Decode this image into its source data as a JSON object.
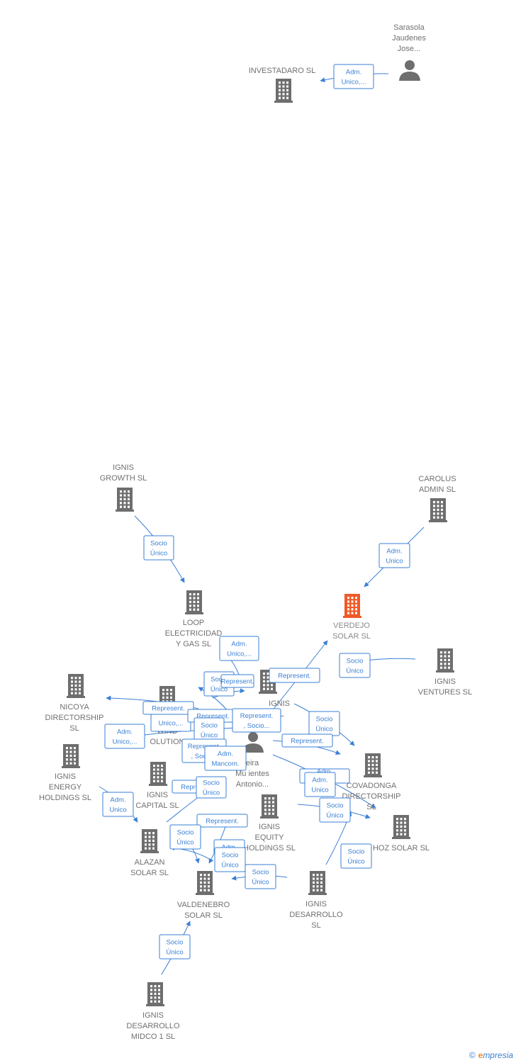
{
  "colors": {
    "accent": "#3a7fd5",
    "building": "#6e6e6e",
    "highlight": "#f05a28",
    "person": "#6e6e6e"
  },
  "nodes": [
    {
      "id": "sarasola",
      "type": "person",
      "label": [
        "Sarasola",
        "Jaudenes",
        "Jose..."
      ]
    },
    {
      "id": "investadaro",
      "type": "company",
      "label": [
        "INVESTADARO SL"
      ]
    },
    {
      "id": "ignis_growth",
      "type": "company",
      "label": [
        "IGNIS",
        "GROWTH  SL"
      ]
    },
    {
      "id": "carolus",
      "type": "company",
      "label": [
        "CAROLUS",
        "ADMIN  SL"
      ]
    },
    {
      "id": "loop",
      "type": "company",
      "label": [
        "LOOP",
        "ELECTRICIDAD",
        "Y GAS  SL"
      ]
    },
    {
      "id": "verdejo",
      "type": "company",
      "highlight": true,
      "label": [
        "VERDEJO",
        "SOLAR  SL"
      ]
    },
    {
      "id": "ignis_ventures",
      "type": "company",
      "label": [
        "IGNIS",
        "VENTURES  SL"
      ]
    },
    {
      "id": "nicoya",
      "type": "company",
      "label": [
        "NICOYA",
        "DIRECTORSHIP",
        "SL"
      ]
    },
    {
      "id": "vil_wind",
      "type": "company",
      "label": [
        "VIL",
        "WIND",
        "OLUTION"
      ]
    },
    {
      "id": "ignis_sl",
      "type": "company",
      "label": [
        "IGNIS",
        "SL"
      ]
    },
    {
      "id": "person_center",
      "type": "person",
      "label": [
        "eira",
        "Mu   ientes",
        "Antonio..."
      ]
    },
    {
      "id": "ignis_energy",
      "type": "company",
      "label": [
        "IGNIS",
        "ENERGY",
        "HOLDINGS  SL"
      ]
    },
    {
      "id": "ignis_capital",
      "type": "company",
      "label": [
        "IGNIS",
        "CAPITAL  SL"
      ]
    },
    {
      "id": "covadonga",
      "type": "company",
      "label": [
        "COVADONGA",
        "DIRECTORSHIP",
        "SL"
      ]
    },
    {
      "id": "ignis_equity",
      "type": "company",
      "label": [
        "IGNIS",
        "EQUITY",
        "HOLDINGS  SL"
      ]
    },
    {
      "id": "hoz",
      "type": "company",
      "label": [
        "HOZ SOLAR SL"
      ]
    },
    {
      "id": "alazan",
      "type": "company",
      "label": [
        "ALAZAN",
        "SOLAR  SL"
      ]
    },
    {
      "id": "valdenebro",
      "type": "company",
      "label": [
        "VALDENEBRO",
        "SOLAR SL"
      ]
    },
    {
      "id": "ignis_desarrollo",
      "type": "company",
      "label": [
        "IGNIS",
        "DESARROLLO",
        "SL"
      ]
    },
    {
      "id": "ignis_midco",
      "type": "company",
      "label": [
        "IGNIS",
        "DESARROLLO",
        "MIDCO 1  SL"
      ]
    }
  ],
  "edge_labels": [
    {
      "id": "e_sarasola_investadaro",
      "lines": [
        "Adm.",
        "Unico,..."
      ]
    },
    {
      "id": "e_growth_loop",
      "lines": [
        "Socio",
        "Único"
      ]
    },
    {
      "id": "e_carolus_verdejo",
      "lines": [
        "Adm.",
        "Unico"
      ]
    },
    {
      "id": "e_admunico_loop",
      "lines": [
        "Adm.",
        "Unico,..."
      ]
    },
    {
      "id": "e_ventures_verdejo",
      "lines": [
        "Socio",
        "Único"
      ]
    },
    {
      "id": "e_represent_verdejo",
      "lines": [
        "Represent."
      ]
    },
    {
      "id": "e_socio_a",
      "lines": [
        "Socio",
        "Único"
      ]
    },
    {
      "id": "e_represent_under",
      "lines": [
        "Represent."
      ]
    },
    {
      "id": "e_represent_nicoya",
      "lines": [
        "Represent."
      ]
    },
    {
      "id": "e_unico_b",
      "lines": [
        "Unico,..."
      ]
    },
    {
      "id": "e_represent_c",
      "lines": [
        "Represent."
      ]
    },
    {
      "id": "e_represent_socio",
      "lines": [
        "Represent.",
        ", Socio..."
      ]
    },
    {
      "id": "e_socio_d",
      "lines": [
        "Socio",
        "Único"
      ]
    },
    {
      "id": "e_admunico_nicoya",
      "lines": [
        "Adm.",
        "Unico,..."
      ]
    },
    {
      "id": "e_socio_ignis_ventures",
      "lines": [
        "Socio",
        "Único"
      ]
    },
    {
      "id": "e_represent_socio2",
      "lines": [
        "Represent.",
        ", Socio..."
      ]
    },
    {
      "id": "e_represent_right",
      "lines": [
        "Represent."
      ]
    },
    {
      "id": "e_adm_mancom",
      "lines": [
        "Adm.",
        "Mancom."
      ]
    },
    {
      "id": "e_represent_capital",
      "lines": [
        "Represent."
      ]
    },
    {
      "id": "e_socio_e",
      "lines": [
        "Socio",
        "Único"
      ]
    },
    {
      "id": "e_adm_covadonga",
      "lines": [
        "Adm.",
        "Unico"
      ]
    },
    {
      "id": "e_adm_energy",
      "lines": [
        "Adm.",
        "Unico"
      ]
    },
    {
      "id": "e_adm_hoz",
      "lines": [
        "Adm.",
        "Unico"
      ]
    },
    {
      "id": "e_represent_equity",
      "lines": [
        "Represent."
      ]
    },
    {
      "id": "e_socio_alazan",
      "lines": [
        "Socio",
        "Único"
      ]
    },
    {
      "id": "e_socio_hoz1",
      "lines": [
        "Socio",
        "Único"
      ]
    },
    {
      "id": "e_socio_hoz2",
      "lines": [
        "Socio",
        "Único"
      ]
    },
    {
      "id": "e_adm_f",
      "lines": [
        "Adm."
      ]
    },
    {
      "id": "e_socio_valdenebro",
      "lines": [
        "Socio",
        "Único"
      ]
    },
    {
      "id": "e_socio_desarrollo",
      "lines": [
        "Socio",
        "Único"
      ]
    },
    {
      "id": "e_socio_midco",
      "lines": [
        "Socio",
        "Único"
      ]
    }
  ],
  "footer": {
    "copyright": "©",
    "brand_first": "e",
    "brand_rest": "mpresia"
  }
}
